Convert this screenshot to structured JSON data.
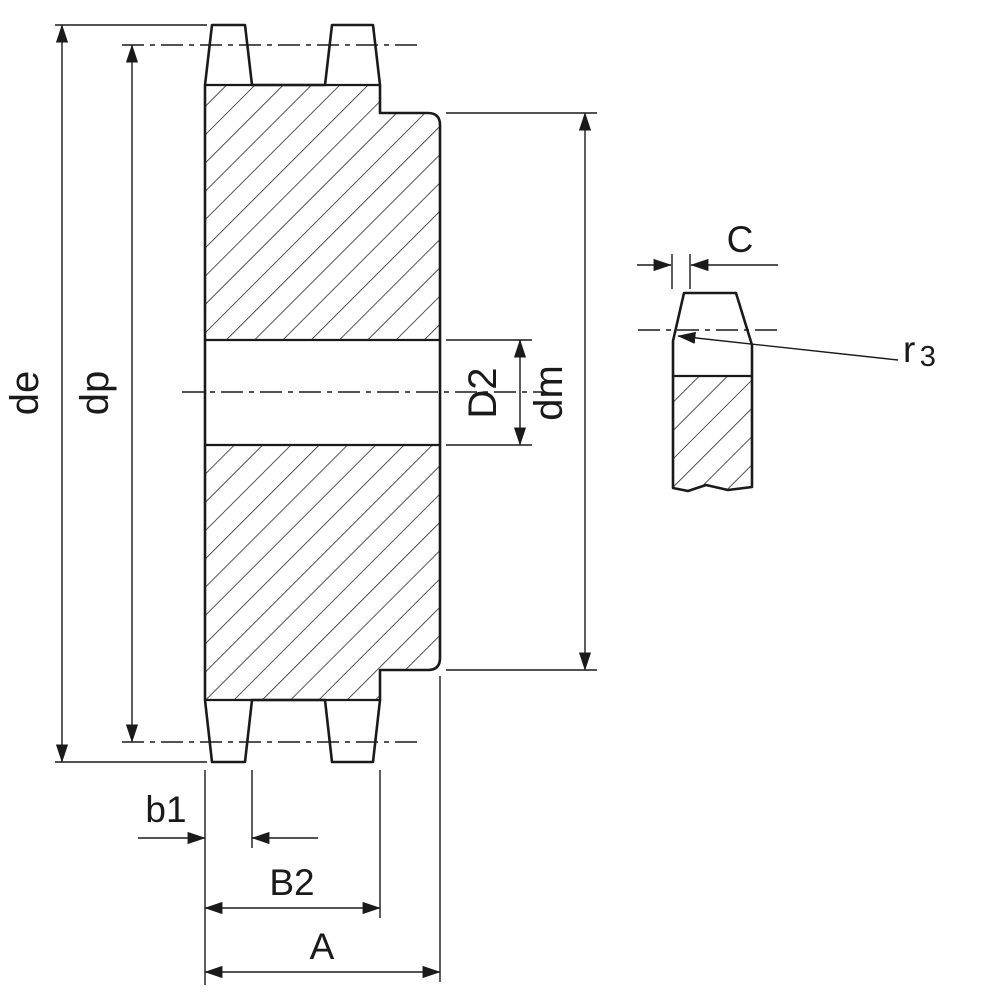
{
  "drawing": {
    "labels": {
      "tip_diameter": "de",
      "pitch_diameter": "dp",
      "hub_diameter": "dm",
      "bore_diameter": "D2",
      "single_row_width": "b1",
      "double_row_width": "B2",
      "overall_width": "A",
      "tooth_tip_width": "C",
      "fillet_radius": "r",
      "fillet_radius_subscript": "3"
    },
    "colors": {
      "line": "#1a1a1a",
      "background": "#ffffff"
    }
  }
}
